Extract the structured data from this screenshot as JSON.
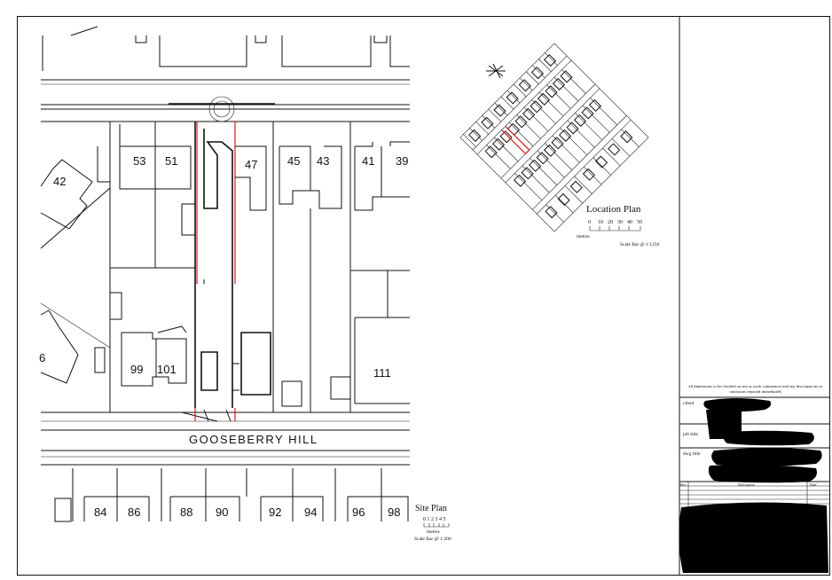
{
  "site_plan": {
    "title": "Site Plan",
    "scale_numbers": "0 1 2 3 4 5",
    "scale_unit": "metres",
    "scale_caption": "Scale Bar @ 1:200",
    "road_name": "GOOSEBERRY HILL",
    "house_numbers_north": [
      "53",
      "51",
      "47",
      "45",
      "43",
      "41",
      "39"
    ],
    "house_numbers_middle": [
      "42",
      "6",
      "99",
      "101",
      "111"
    ],
    "house_numbers_south": [
      "84",
      "86",
      "88",
      "90",
      "92",
      "94",
      "96",
      "98"
    ]
  },
  "location_plan": {
    "title": "Location Plan",
    "scale_numbers": [
      "0",
      "10",
      "20",
      "30",
      "40",
      "50"
    ],
    "scale_unit": "metres",
    "scale_caption": "Scale Bar @ 1:1250"
  },
  "title_block": {
    "note": "all dimensions to be checked on site as work commences and any discrepancies or omissions reported immediately",
    "client_label": "client",
    "job_title_label": "job title",
    "drawing_title_label": "dwg title",
    "revision_columns": [
      "Rev",
      "Description",
      "Date"
    ]
  },
  "colors": {
    "boundary": "#d21c1c",
    "line": "#111111",
    "redaction": "#000000"
  }
}
